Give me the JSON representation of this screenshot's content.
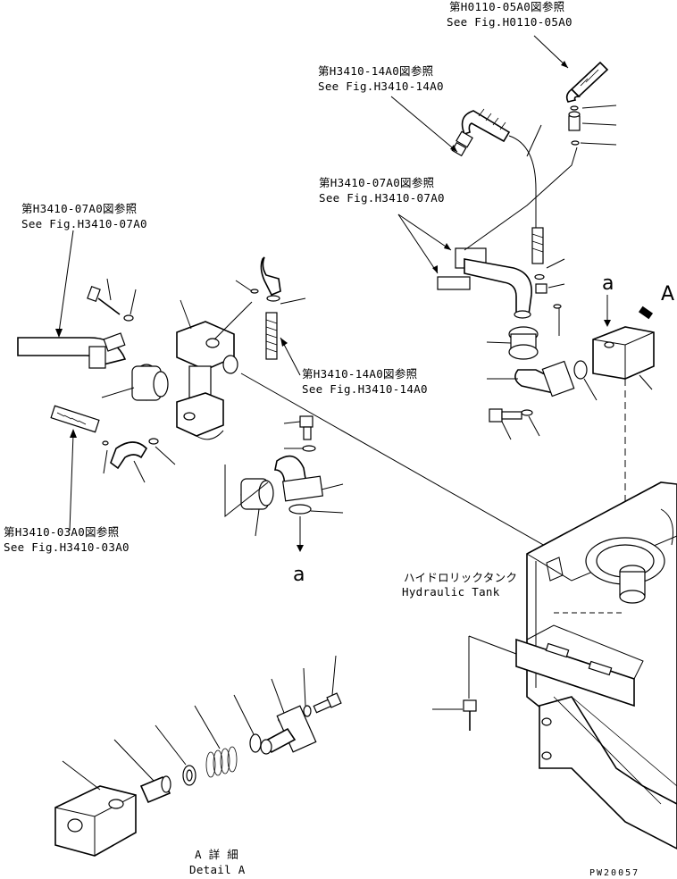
{
  "references": {
    "h0110_jp": "第H0110-05A0図参照",
    "h0110_en": "See Fig.H0110-05A0",
    "h3410_14_top_jp": "第H3410-14A0図参照",
    "h3410_14_top_en": "See Fig.H3410-14A0",
    "h3410_07_right_jp": "第H3410-07A0図参照",
    "h3410_07_right_en": "See Fig.H3410-07A0",
    "h3410_07_left_jp": "第H3410-07A0図参照",
    "h3410_07_left_en": "See Fig.H3410-07A0",
    "h3410_14_mid_jp": "第H3410-14A0図参照",
    "h3410_14_mid_en": "See Fig.H3410-14A0",
    "h3410_03_jp": "第H3410-03A0図参照",
    "h3410_03_en": "See Fig.H3410-03A0"
  },
  "markers": {
    "a_top": "a",
    "A_view": "A",
    "a_bottom": "a"
  },
  "tank_label": {
    "jp": "ハイドロリックタンク",
    "en": "Hydraulic Tank"
  },
  "detail": {
    "jp": "A 詳 細",
    "en": "Detail A"
  },
  "drawing_code": "PW20057"
}
